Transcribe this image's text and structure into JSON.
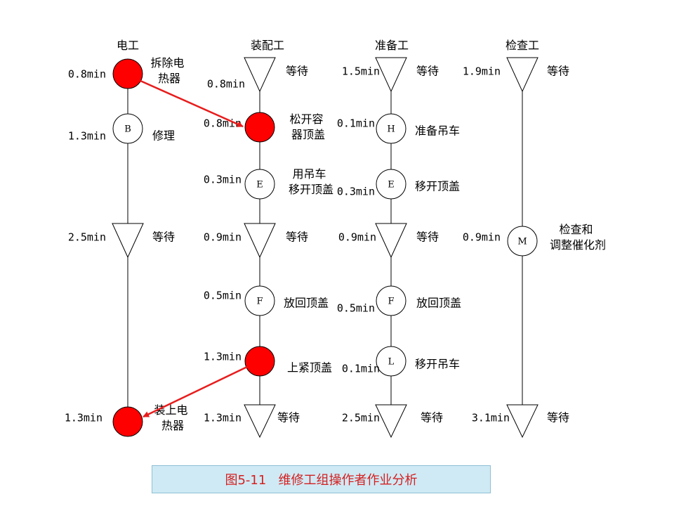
{
  "caption": "图5-11   维修工组操作者作业分析",
  "colors": {
    "highlight": "#ff0000",
    "arrow": "#e81c1c",
    "line": "#000000",
    "caption_bg": "#cfeaf5",
    "caption_text": "#d42020"
  },
  "columns": [
    {
      "header": "电工",
      "steps": [
        {
          "kind": "operation-highlight",
          "symbol": "",
          "time": "0.8min",
          "label": "拆除电热器"
        },
        {
          "kind": "operation",
          "symbol": "B",
          "time": "1.3min",
          "label": "修理"
        },
        {
          "kind": "wait",
          "symbol": "",
          "time": "2.5min",
          "label": "等待"
        },
        {
          "kind": "operation-highlight",
          "symbol": "",
          "time": "1.3min",
          "label": "装上电热器"
        }
      ]
    },
    {
      "header": "装配工",
      "steps": [
        {
          "kind": "wait",
          "symbol": "",
          "time": "0.8min",
          "label": "等待"
        },
        {
          "kind": "operation-highlight",
          "symbol": "",
          "time": "0.8min",
          "label": "松开容器顶盖"
        },
        {
          "kind": "operation",
          "symbol": "E",
          "time": "0.3min",
          "label": "用吊车移开顶盖"
        },
        {
          "kind": "wait",
          "symbol": "",
          "time": "0.9min",
          "label": "等待"
        },
        {
          "kind": "operation",
          "symbol": "F",
          "time": "0.5min",
          "label": "放回顶盖"
        },
        {
          "kind": "operation-highlight",
          "symbol": "",
          "time": "1.3min",
          "label": "上紧顶盖"
        },
        {
          "kind": "wait",
          "symbol": "",
          "time": "1.3min",
          "label": "等待"
        }
      ]
    },
    {
      "header": "准备工",
      "steps": [
        {
          "kind": "wait",
          "symbol": "",
          "time": "1.5min",
          "label": "等待"
        },
        {
          "kind": "operation",
          "symbol": "H",
          "time": "0.1min",
          "label": "准备吊车"
        },
        {
          "kind": "operation",
          "symbol": "E",
          "time": "0.3min",
          "label": "移开顶盖"
        },
        {
          "kind": "wait",
          "symbol": "",
          "time": "0.9min",
          "label": "等待"
        },
        {
          "kind": "operation",
          "symbol": "F",
          "time": "0.5min",
          "label": "放回顶盖"
        },
        {
          "kind": "operation",
          "symbol": "L",
          "time": "0.1min",
          "label": "移开吊车"
        },
        {
          "kind": "wait",
          "symbol": "",
          "time": "2.5min",
          "label": "等待"
        }
      ]
    },
    {
      "header": "检查工",
      "steps": [
        {
          "kind": "wait",
          "symbol": "",
          "time": "1.9min",
          "label": "等待"
        },
        {
          "kind": "operation",
          "symbol": "M",
          "time": "0.9min",
          "label": "检查和调整催化剂"
        },
        {
          "kind": "wait",
          "symbol": "",
          "time": "3.1min",
          "label": "等待"
        }
      ]
    }
  ],
  "arrows": [
    {
      "from": "电工:拆除电热器",
      "to": "装配工:松开容器顶盖"
    },
    {
      "from": "装配工:上紧顶盖",
      "to": "电工:装上电热器"
    }
  ]
}
